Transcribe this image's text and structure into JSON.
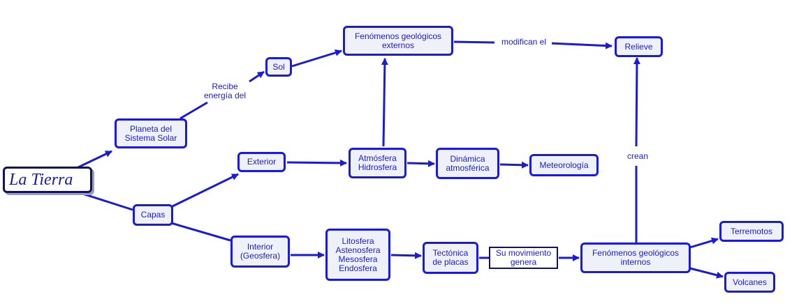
{
  "diagram": {
    "colors": {
      "line": "#1a1ad8",
      "node_fill": "#eef2f8",
      "text": "#1a1ad8",
      "root_border": "#12125e"
    },
    "nodes": {
      "la_tierra": "La Tierra",
      "planeta": "Planeta del\nSistema Solar",
      "sol": "Sol",
      "fen_ext": "Fenómenos geológicos\nexternos",
      "relieve": "Relieve",
      "capas": "Capas",
      "exterior": "Exterior",
      "atmosfera": "Atmósfera\nHidrosfera",
      "dinamica": "Dinámica\natmosférica",
      "meteorologia": "Meteorología",
      "interior": "Interior\n(Geosfera)",
      "litosfera": "Litosfera\nAstenosfera\nMesosfera\nEndosfera",
      "tectonica": "Tectónica\nde placas",
      "su_movimiento": "Su movimiento\ngenera",
      "fen_int": "Fenómenos geológicos\ninternos",
      "terremotos": "Terremotos",
      "volcanes": "Volcanes"
    },
    "edge_labels": {
      "recibe": "Recibe\nenergía del",
      "modifican": "modifican el",
      "crean": "crean"
    }
  }
}
